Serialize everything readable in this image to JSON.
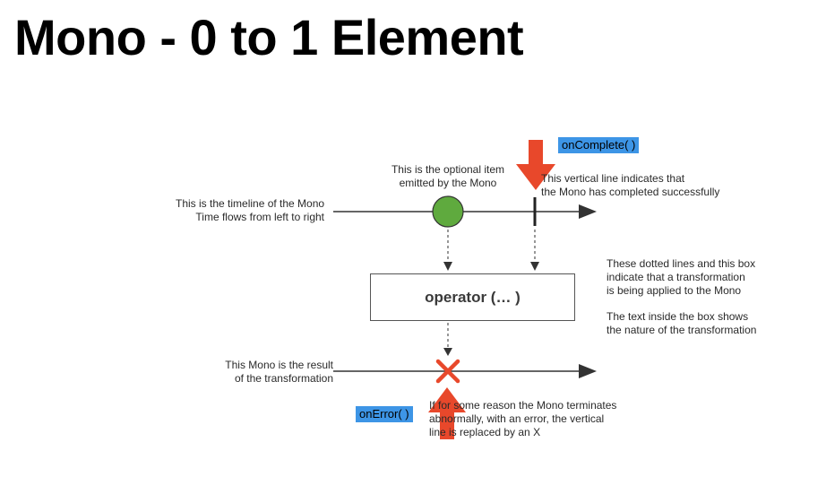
{
  "title": "Mono - 0 to 1 Element",
  "labels": {
    "timeline_line1": "This is the timeline of the Mono",
    "timeline_line2": "Time flows from left to right",
    "item_line1": "This is the optional item",
    "item_line2": "emitted by the Mono",
    "complete_line1": "This vertical line indicates that",
    "complete_line2": "the Mono has completed successfully",
    "dotted_line1": "These dotted lines and this box",
    "dotted_line2": "indicate that a transformation",
    "dotted_line3": "is being applied to the Mono",
    "textbox_line1": "The text inside the box shows",
    "textbox_line2": "the nature of the transformation",
    "result_line1": "This Mono is the result",
    "result_line2": "of the transformation",
    "error_line1": "If for some reason the Mono terminates",
    "error_line2": "abnormally, with an error, the vertical",
    "error_line3": "line is replaced by an X"
  },
  "operator_label": "operator (… )",
  "tags": {
    "on_complete": "onComplete( )",
    "on_error": "onError( )"
  },
  "colors": {
    "item_fill": "#5faa3e",
    "arrow_red": "#e8482b",
    "tag_blue": "#3d95e6",
    "line": "#333333"
  }
}
